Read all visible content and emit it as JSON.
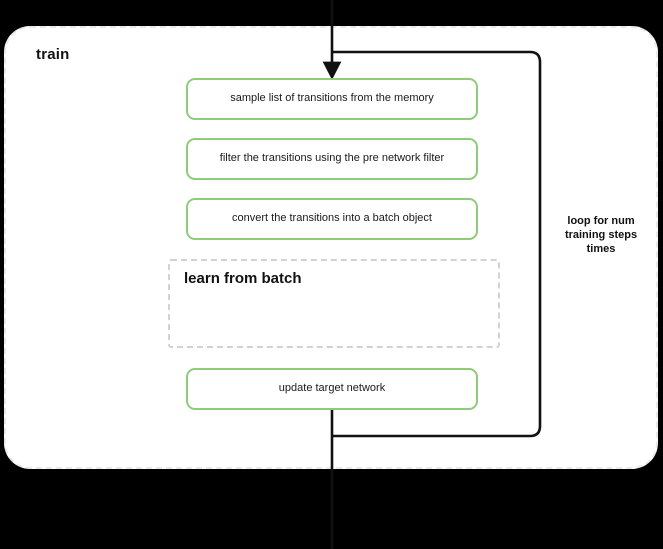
{
  "diagram": {
    "title": "train",
    "outer_block": {
      "label": "train",
      "border_style": "dashed",
      "border_color": "#e9e9e9",
      "background": "#ffffff"
    },
    "accent_color": "#8ecc7c",
    "line_color": "#111111",
    "steps": [
      {
        "id": "sample-transitions",
        "label": "sample list of transitions from the memory"
      },
      {
        "id": "filter-transitions",
        "label": "filter the transitions using the pre network filter"
      },
      {
        "id": "convert-batch",
        "label": "convert the transitions into a batch object"
      }
    ],
    "subgroup": {
      "id": "learn-from-batch",
      "label": "learn from batch",
      "border_style": "dashed",
      "border_color": "#d2d2d2"
    },
    "final_step": {
      "id": "update-target-network",
      "label": "update target network"
    },
    "loop": {
      "caption": "loop for num training steps times",
      "caption_lines": [
        "loop for num",
        "training steps",
        "times"
      ]
    }
  }
}
